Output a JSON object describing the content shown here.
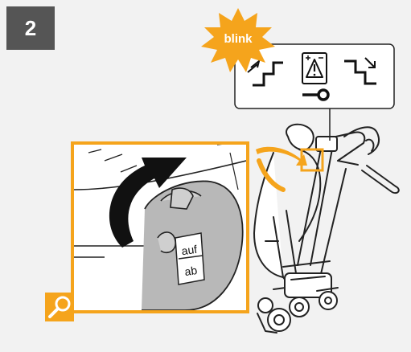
{
  "step": {
    "number": "2"
  },
  "blink_burst": {
    "label": "blink"
  },
  "handle_labels": {
    "up": "auf",
    "down": "ab"
  },
  "colors": {
    "accent": "#f5a41c",
    "badge": "#555555",
    "background": "#f2f2f2",
    "line": "#222222"
  },
  "icons": [
    "stairs-up-icon",
    "battery-warning-icon",
    "key-icon",
    "stairs-down-icon",
    "magnifier-icon",
    "rotation-arrow-icon"
  ]
}
